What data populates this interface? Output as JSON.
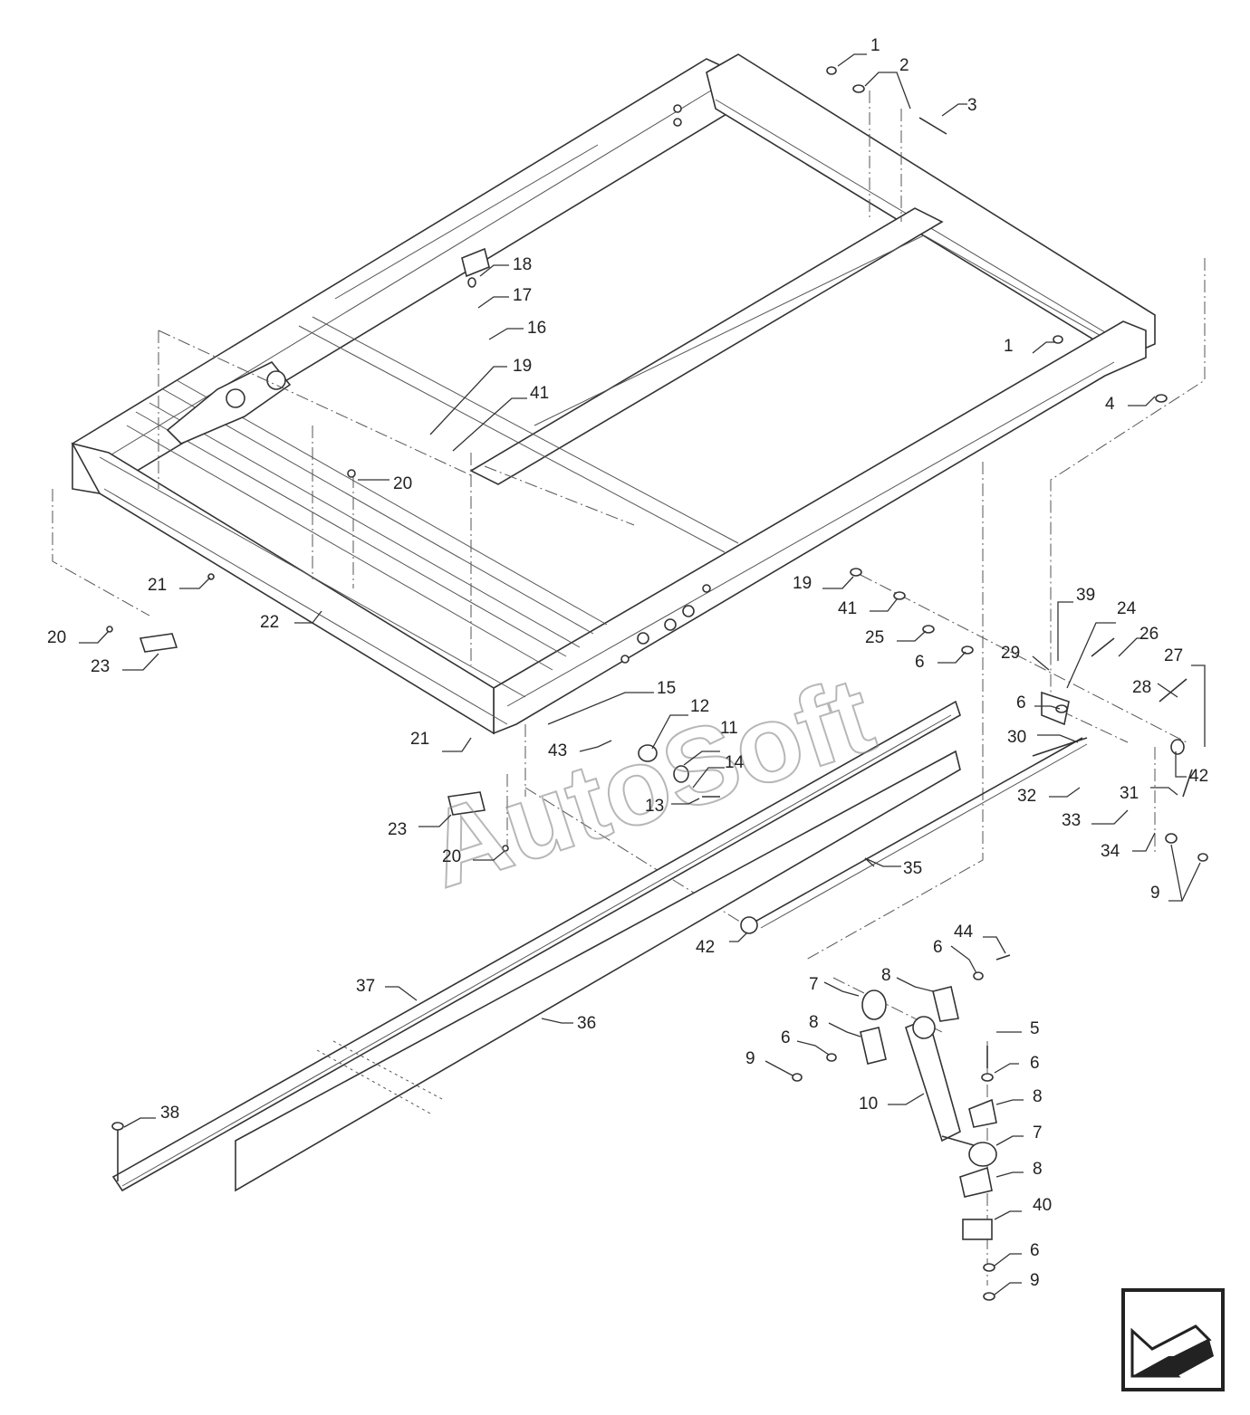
{
  "watermark": "AutoSoft",
  "callouts": [
    {
      "id": "c1a",
      "text": "1"
    },
    {
      "id": "c2",
      "text": "2"
    },
    {
      "id": "c3",
      "text": "3"
    },
    {
      "id": "c18",
      "text": "18"
    },
    {
      "id": "c17",
      "text": "17"
    },
    {
      "id": "c16",
      "text": "16"
    },
    {
      "id": "c19a",
      "text": "19"
    },
    {
      "id": "c41a",
      "text": "41"
    },
    {
      "id": "c1b",
      "text": "1"
    },
    {
      "id": "c4",
      "text": "4"
    },
    {
      "id": "c20a",
      "text": "20"
    },
    {
      "id": "c21a",
      "text": "21"
    },
    {
      "id": "c20b",
      "text": "20"
    },
    {
      "id": "c23a",
      "text": "23"
    },
    {
      "id": "c22",
      "text": "22"
    },
    {
      "id": "c19b",
      "text": "19"
    },
    {
      "id": "c41b",
      "text": "41"
    },
    {
      "id": "c25",
      "text": "25"
    },
    {
      "id": "c6a",
      "text": "6"
    },
    {
      "id": "c39",
      "text": "39"
    },
    {
      "id": "c24",
      "text": "24"
    },
    {
      "id": "c26",
      "text": "26"
    },
    {
      "id": "c27",
      "text": "27"
    },
    {
      "id": "c29",
      "text": "29"
    },
    {
      "id": "c28",
      "text": "28"
    },
    {
      "id": "c6b",
      "text": "6"
    },
    {
      "id": "c30",
      "text": "30"
    },
    {
      "id": "c42a",
      "text": "42"
    },
    {
      "id": "c15",
      "text": "15"
    },
    {
      "id": "c12",
      "text": "12"
    },
    {
      "id": "c21b",
      "text": "21"
    },
    {
      "id": "c11",
      "text": "11"
    },
    {
      "id": "c43",
      "text": "43"
    },
    {
      "id": "c14",
      "text": "14"
    },
    {
      "id": "c13",
      "text": "13"
    },
    {
      "id": "c32",
      "text": "32"
    },
    {
      "id": "c31",
      "text": "31"
    },
    {
      "id": "c33",
      "text": "33"
    },
    {
      "id": "c23b",
      "text": "23"
    },
    {
      "id": "c34",
      "text": "34"
    },
    {
      "id": "c20c",
      "text": "20"
    },
    {
      "id": "c35",
      "text": "35"
    },
    {
      "id": "c9a",
      "text": "9"
    },
    {
      "id": "c42b",
      "text": "42"
    },
    {
      "id": "c44",
      "text": "44"
    },
    {
      "id": "c6c",
      "text": "6"
    },
    {
      "id": "c7a",
      "text": "7"
    },
    {
      "id": "c8a",
      "text": "8"
    },
    {
      "id": "c37",
      "text": "37"
    },
    {
      "id": "c36",
      "text": "36"
    },
    {
      "id": "c8b",
      "text": "8"
    },
    {
      "id": "c5",
      "text": "5"
    },
    {
      "id": "c6d",
      "text": "6"
    },
    {
      "id": "c9b",
      "text": "9"
    },
    {
      "id": "c6e",
      "text": "6"
    },
    {
      "id": "c38",
      "text": "38"
    },
    {
      "id": "c10",
      "text": "10"
    },
    {
      "id": "c8c",
      "text": "8"
    },
    {
      "id": "c7b",
      "text": "7"
    },
    {
      "id": "c8d",
      "text": "8"
    },
    {
      "id": "c40",
      "text": "40"
    },
    {
      "id": "c6f",
      "text": "6"
    },
    {
      "id": "c9c",
      "text": "9"
    }
  ],
  "nav_icon": "back-arrow-icon"
}
